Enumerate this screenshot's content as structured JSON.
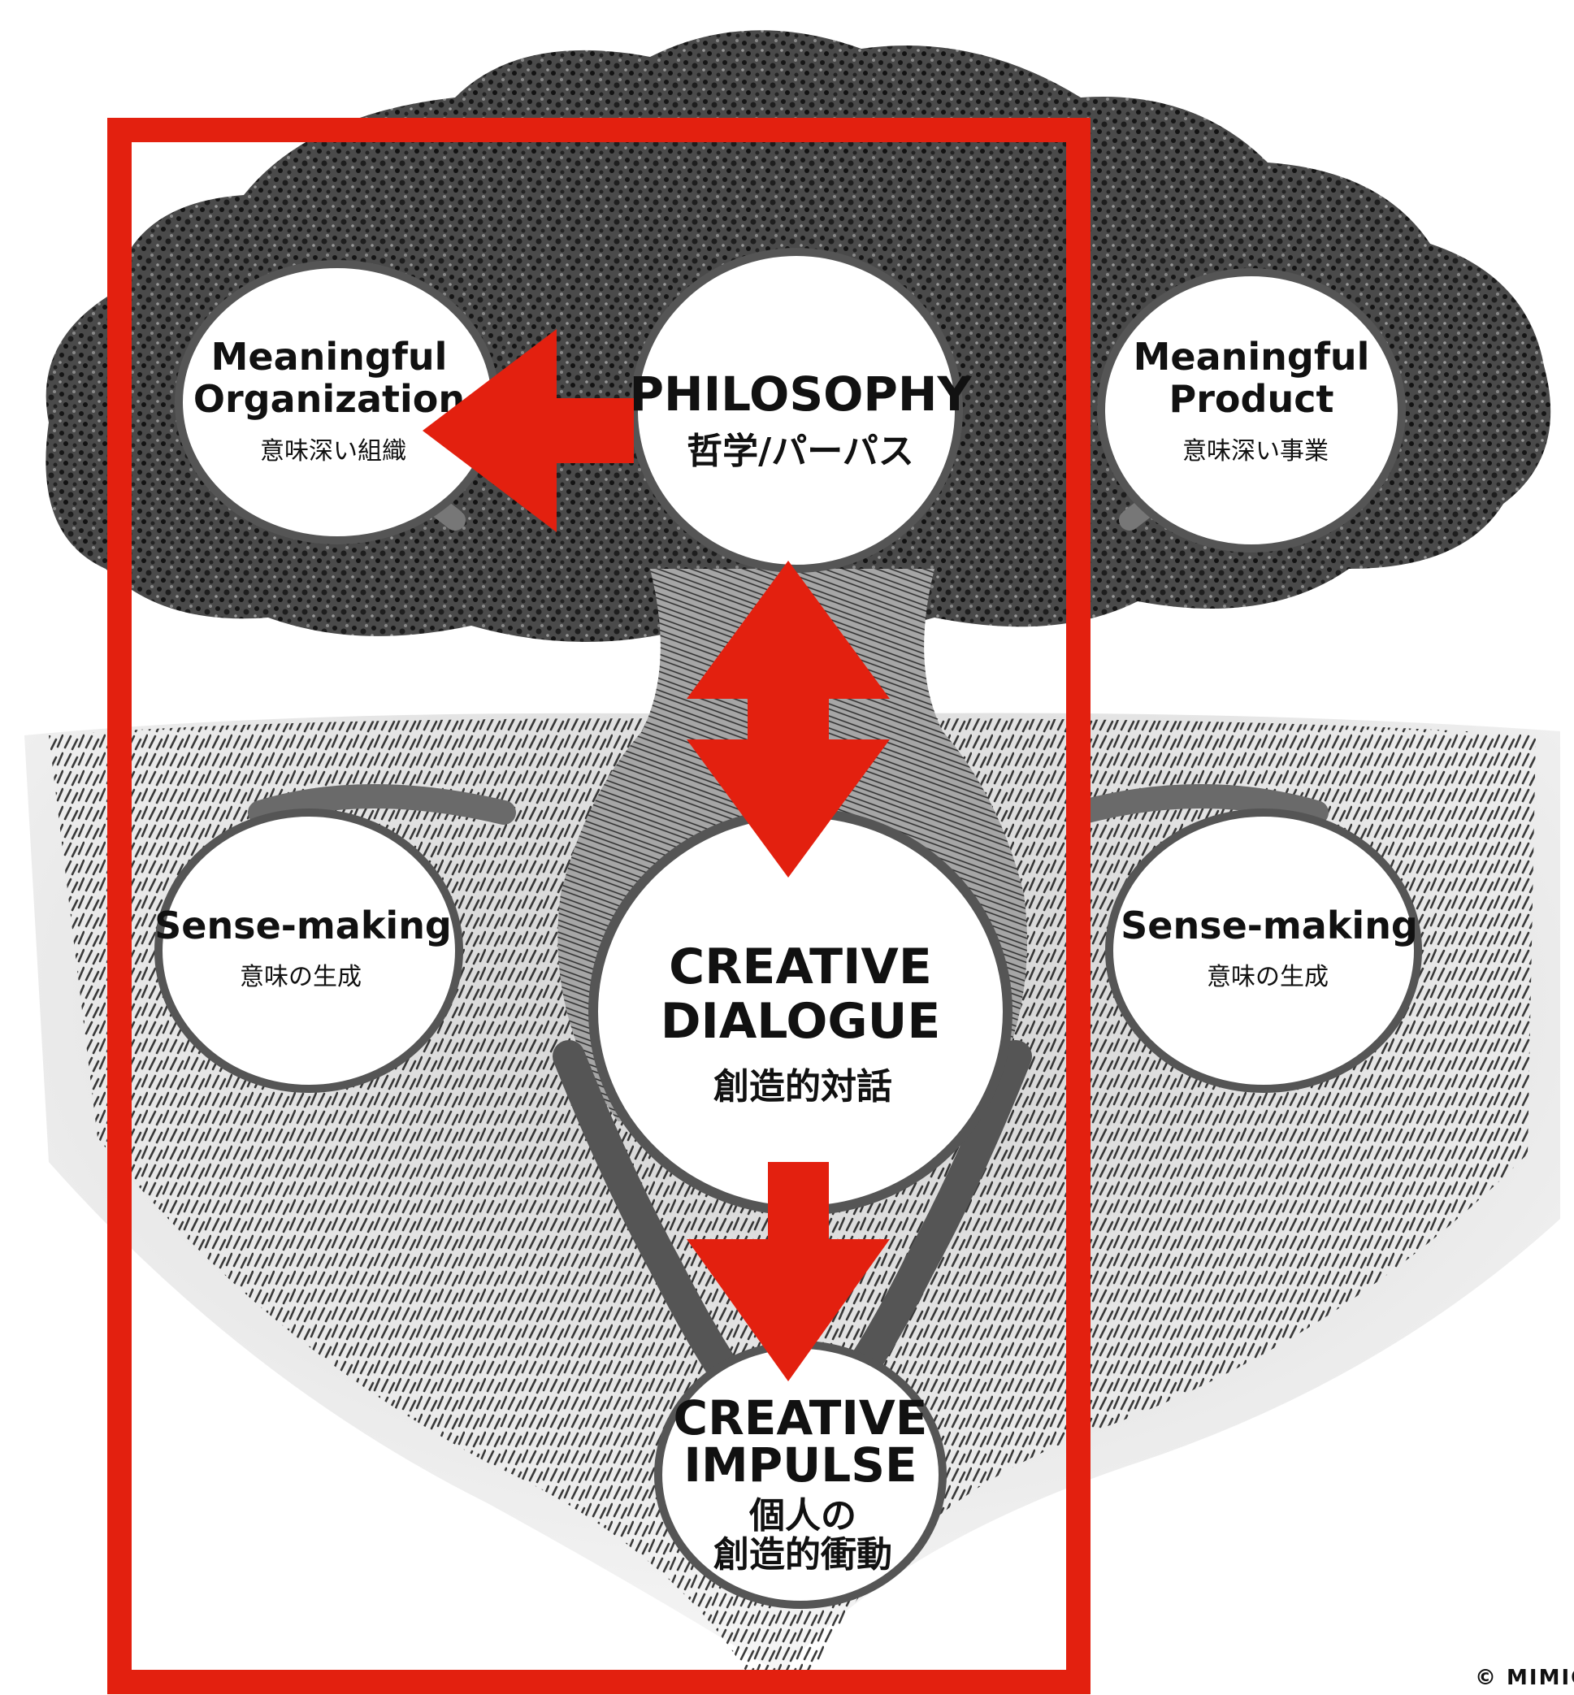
{
  "nodes": {
    "meaningful_organization": {
      "en_line1": "Meaningful",
      "en_line2": "Organization",
      "jp": "意味深い組織"
    },
    "philosophy": {
      "en": "PHILOSOPHY",
      "jp": "哲学/パーパス"
    },
    "meaningful_product": {
      "en_line1": "Meaningful",
      "en_line2": "Product",
      "jp": "意味深い事業"
    },
    "sense_making_left": {
      "en": "Sense-making",
      "jp": "意味の生成"
    },
    "sense_making_right": {
      "en": "Sense-making",
      "jp": "意味の生成"
    },
    "creative_dialogue": {
      "en_line1": "CREATIVE",
      "en_line2": "DIALOGUE",
      "jp": "創造的対話"
    },
    "creative_impulse": {
      "en_line1": "CREATIVE",
      "en_line2": "IMPULSE",
      "jp_line1": "個人の",
      "jp_line2": "創造的衝動"
    }
  },
  "copyright": "© MIMIC",
  "colors": {
    "accent": "#e3200f",
    "ink": "#111111",
    "canopy": "#3a3a3a",
    "soil": "#5a5a5a"
  }
}
